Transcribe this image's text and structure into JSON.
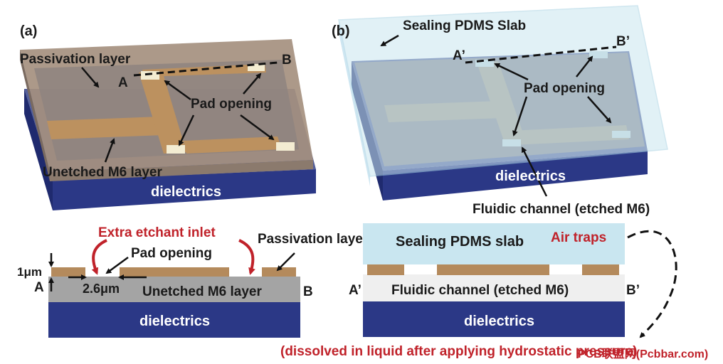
{
  "panel_a": {
    "tag": "(a)",
    "passivation": "Passivation layer",
    "point_a": "A",
    "point_b": "B",
    "pad_opening": "Pad opening",
    "unetched": "Unetched M6 layer",
    "dielectrics": "dielectrics"
  },
  "panel_b": {
    "tag": "(b)",
    "sealing": "Sealing PDMS Slab",
    "point_a": "A’",
    "point_b": "B’",
    "pad_opening": "Pad opening",
    "dielectrics": "dielectrics",
    "fluidic": "Fluidic channel (etched M6)"
  },
  "cross_a": {
    "etchant": "Extra etchant inlet",
    "pad_opening": "Pad opening",
    "passivation": "Passivation layer",
    "thickness": "1μm",
    "point_a": "A",
    "width": "2.6μm",
    "unetched": "Unetched M6 layer",
    "point_b": "B",
    "dielectrics": "dielectrics"
  },
  "cross_b": {
    "sealing": "Sealing PDMS slab",
    "air_traps": "Air traps",
    "point_a": "A’",
    "fluidic": "Fluidic channel (etched M6)",
    "point_b": "B’",
    "dielectrics": "dielectrics"
  },
  "footnote": "(dissolved in liquid after applying hydrostatic pressure)",
  "watermark": "PCB联盟网(Pcbbar.com)",
  "colors": {
    "dielectric": "#2b3886",
    "copper": "#b48a5c",
    "passivation": "#a99a8c",
    "pdms": "#c9e6f0",
    "accent_red": "#c0222a"
  }
}
